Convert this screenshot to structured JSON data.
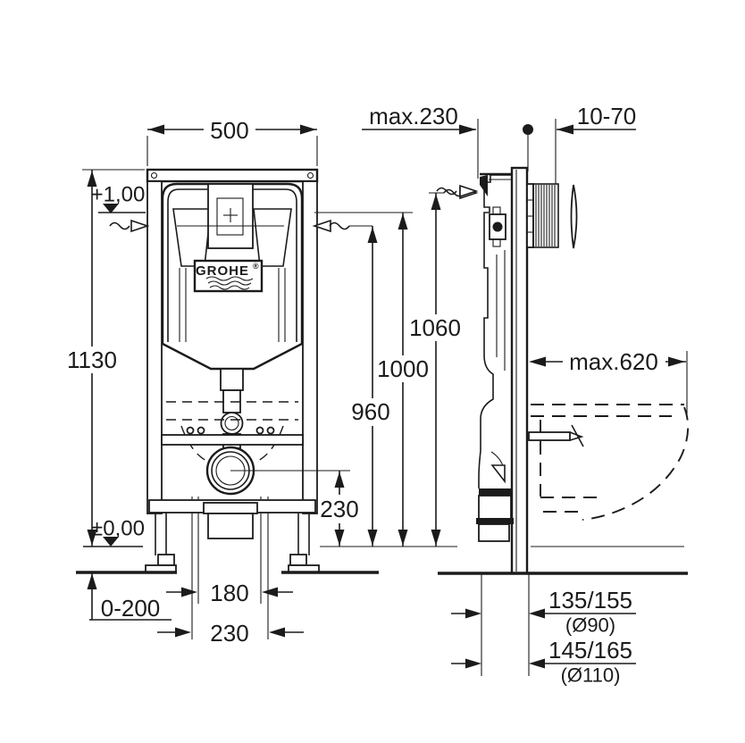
{
  "drawing": {
    "brand": "GROHE",
    "brand_registered": "®",
    "front_view": {
      "width": "500",
      "frame_height": "1130",
      "level_plus": "+1,00",
      "level_zero": "±0,00",
      "floor_adjust_range": "0-200",
      "outlet_offset_inner": "180",
      "outlet_offset_outer": "230",
      "outlet_center_height": "230",
      "height_960": "960",
      "height_1000": "1000",
      "height_1060": "1060"
    },
    "side_view": {
      "frame_depth_max": "max.230",
      "actuation_depth_range": "10-70",
      "bowl_projection_max": "max.620",
      "outlet_dist_d90": "135/155",
      "outlet_dia_90": "(Ø90)",
      "outlet_dist_d110": "145/165",
      "outlet_dia_110": "(Ø110)"
    }
  }
}
